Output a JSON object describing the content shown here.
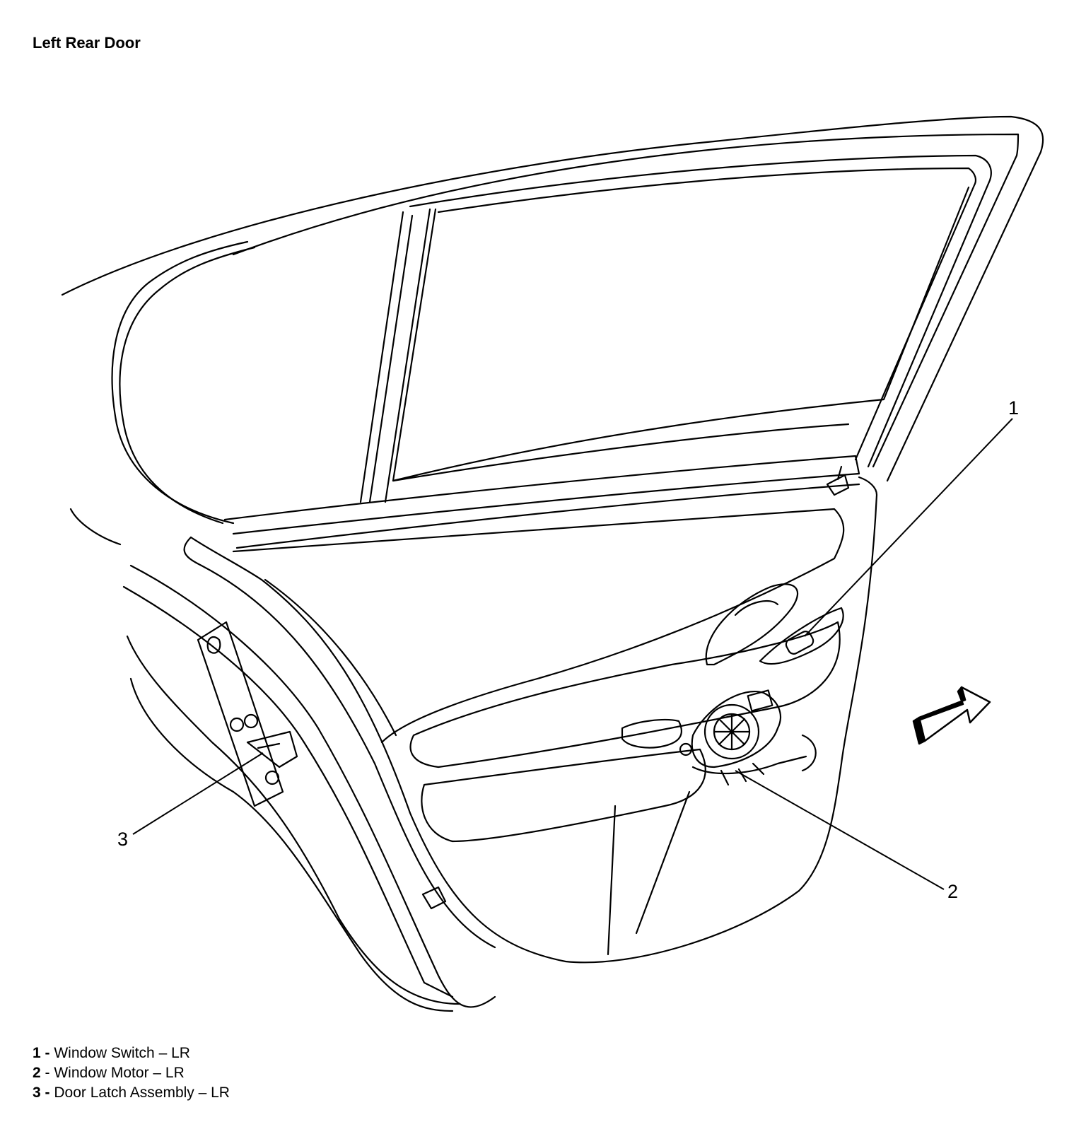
{
  "title": "Left Rear Door",
  "callouts": [
    {
      "number": "1",
      "label": "Window Switch – LR"
    },
    {
      "number": "2",
      "label": "Window Motor – LR"
    },
    {
      "number": "3",
      "label": "Door Latch Assembly – LR"
    }
  ],
  "legend_separator": " - ",
  "colors": {
    "line": "#000000",
    "background": "#ffffff"
  },
  "icons": [
    "direction-arrow-icon"
  ]
}
